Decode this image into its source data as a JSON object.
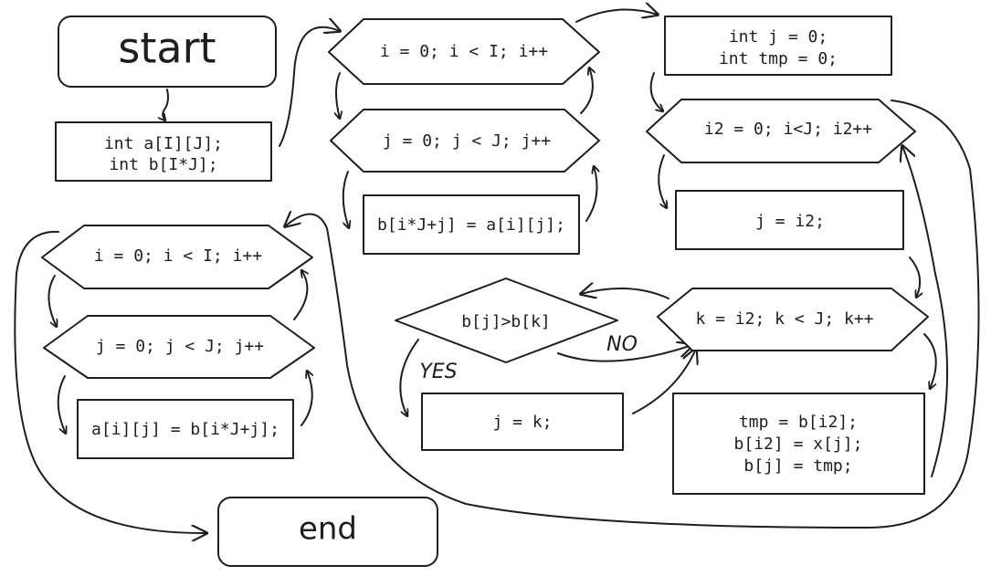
{
  "diagram": {
    "start": "start",
    "decl": [
      "int a[I][J];",
      "int b[I*J];"
    ],
    "loop_i1": "i = 0; i < I; i++",
    "loop_j1": "j = 0; j < J; j++",
    "copy_to_b": "b[i*J+j] = a[i][j];",
    "init_vars": [
      "int j = 0;",
      "int tmp = 0;"
    ],
    "loop_i2": "i2 = 0; i<J; i2++",
    "assign_j": "j = i2;",
    "loop_k": "k = i2; k < J; k++",
    "compare": "b[j]>b[k]",
    "yes_label": "YES",
    "no_label": "NO",
    "assign_jk": "j = k;",
    "swap": [
      "tmp = b[i2];",
      "b[i2] = x[j];",
      "b[j] = tmp;"
    ],
    "loop_i3": "i = 0; i < I; i++",
    "loop_j3": "j = 0; j < J; j++",
    "copy_to_a": "a[i][j] = b[i*J+j];",
    "end": "end"
  }
}
